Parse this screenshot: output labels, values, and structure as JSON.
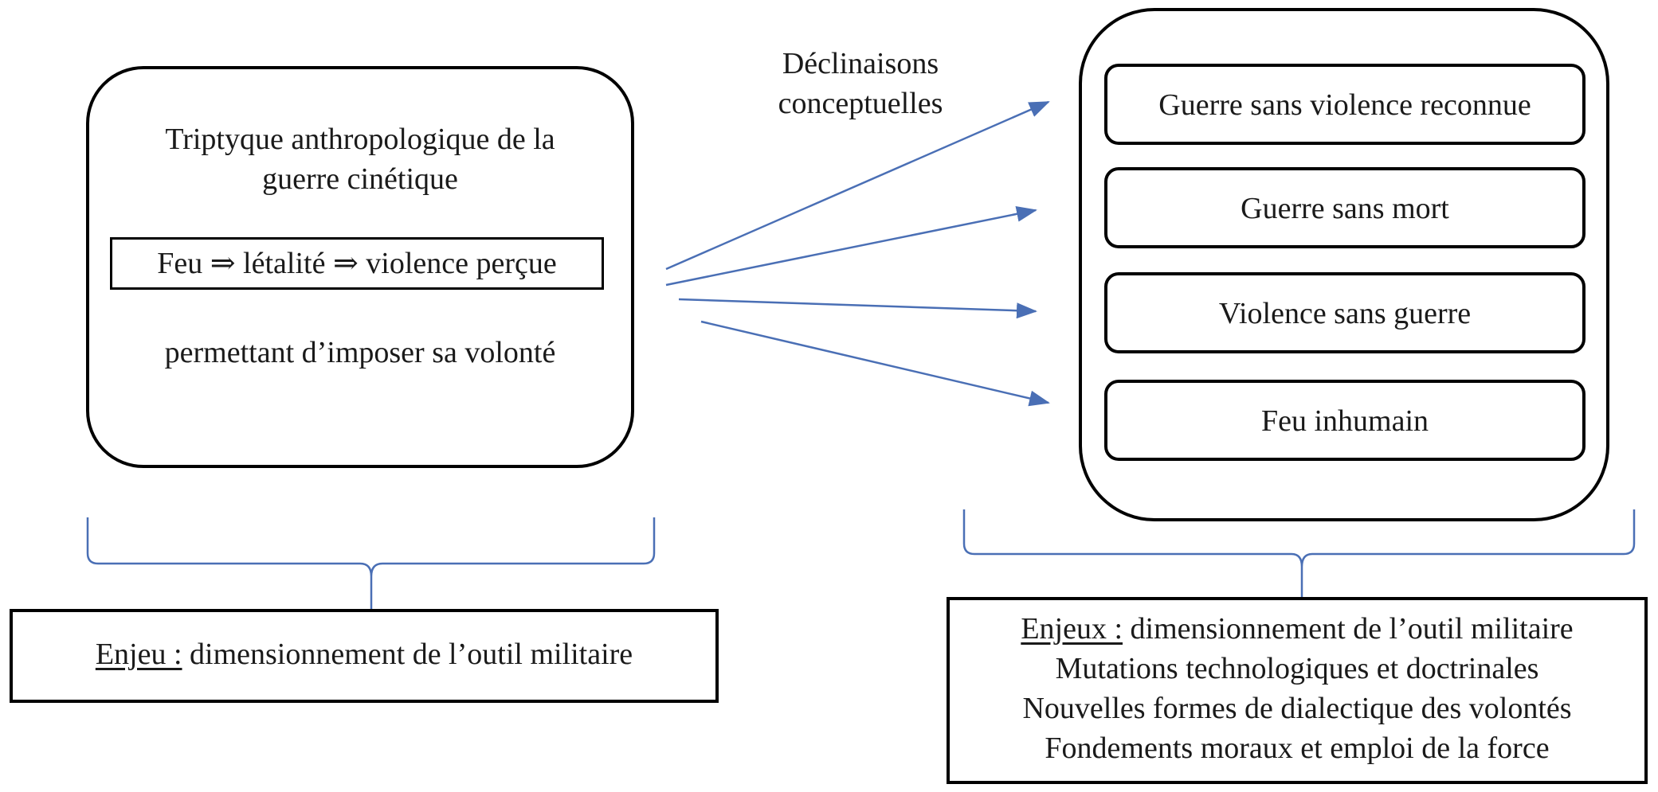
{
  "left": {
    "title_line1": "Triptyque anthropologique de la",
    "title_line2": "guerre cinétique",
    "formula": "Feu ⇒ létalité ⇒ violence perçue",
    "subtitle": "permettant d’imposer sa volonté"
  },
  "arrow_label": {
    "line1": "Déclinaisons",
    "line2": "conceptuelles"
  },
  "right": {
    "items": [
      "Guerre sans violence reconnue",
      "Guerre sans mort",
      "Violence sans guerre",
      "Feu inhumain"
    ]
  },
  "bottom_left": {
    "label": "Enjeu :",
    "text": " dimensionnement de l’outil militaire"
  },
  "bottom_right": {
    "label": "Enjeux :",
    "line1": " dimensionnement de l’outil militaire",
    "line2": "Mutations technologiques et doctrinales",
    "line3": "Nouvelles formes de dialectique des volontés",
    "line4": "Fondements moraux et emploi de la force"
  },
  "colors": {
    "arrow": "#4a6fb5",
    "border": "#000000",
    "text": "#1a1a1a"
  }
}
